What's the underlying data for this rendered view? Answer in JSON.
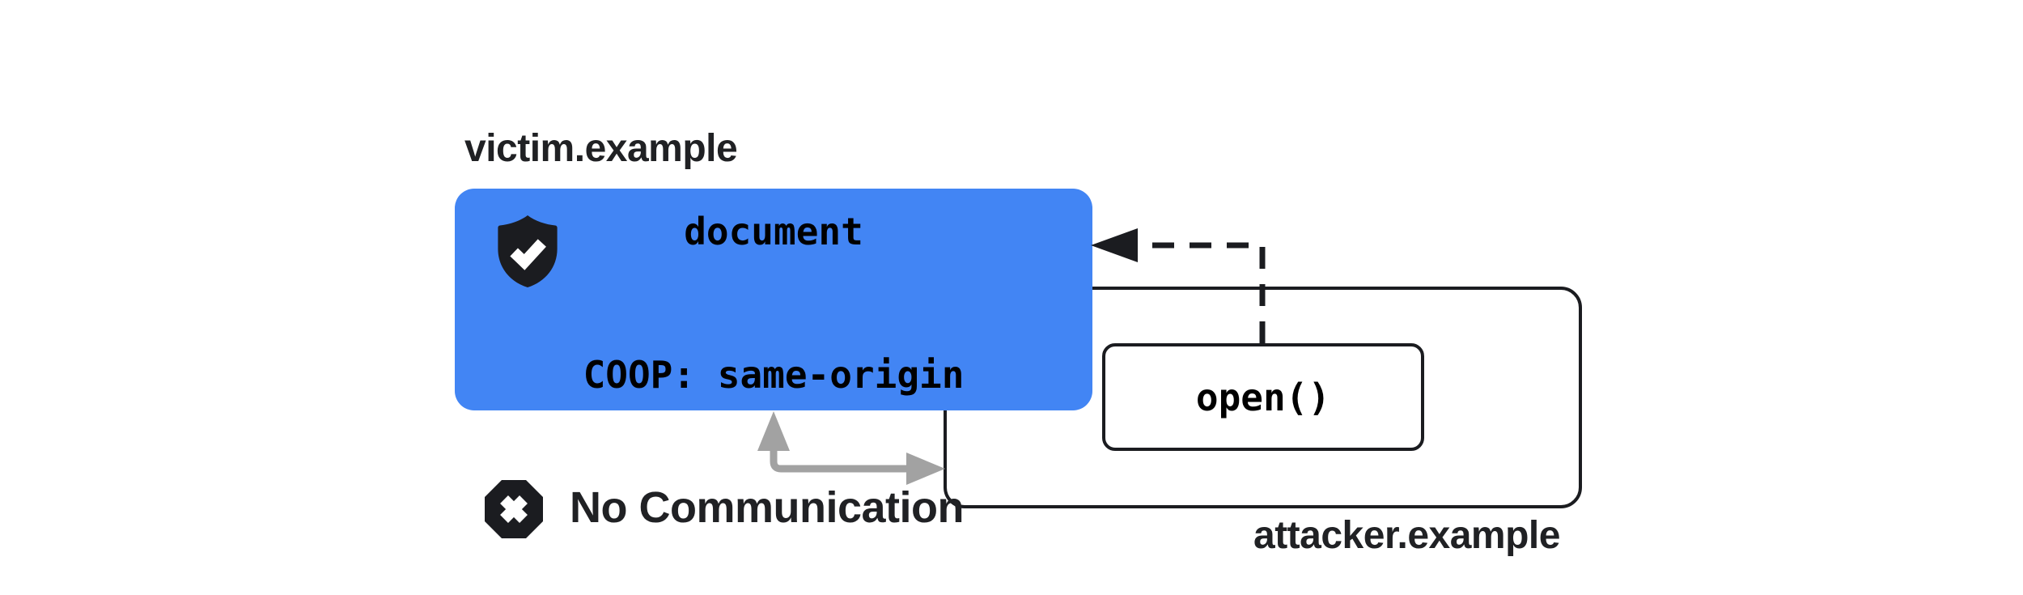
{
  "colors": {
    "background": "#FFFFFF",
    "victim_box_blue": "#4285F4",
    "outline_black": "#1B1C20",
    "label_text": "#202124",
    "mono_text": "#000000",
    "arrow_gray": "#A2A2A2",
    "icon_glyph_white": "#FFFFFF"
  },
  "victim": {
    "domain_label": "victim.example",
    "document_line": "document",
    "coop_header_line": "COOP: same-origin"
  },
  "attacker": {
    "domain_label": "attacker.example",
    "open_call_label": "open()"
  },
  "blocked_note": {
    "label": "No Communication"
  },
  "icons": {
    "shield_check": "shield-check-icon",
    "octagon_x": "octagon-x-icon"
  }
}
